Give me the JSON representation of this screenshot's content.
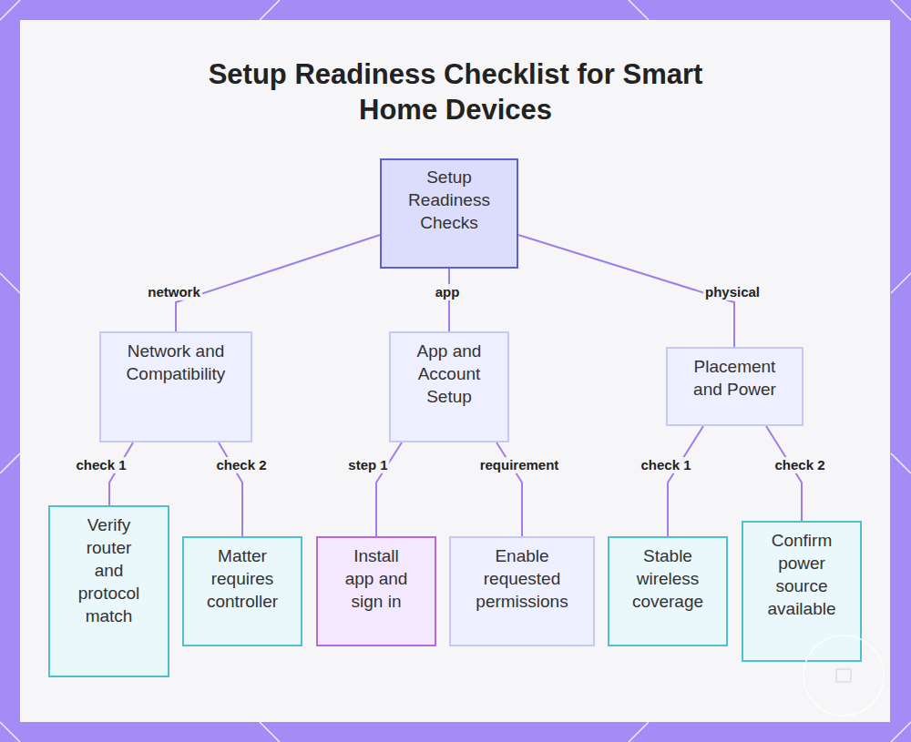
{
  "diagram": {
    "title": "Setup Readiness Checklist for Smart Home Devices",
    "nodes": [
      {
        "text": [
          "Setup Readiness Checks"
        ]
      },
      {
        "text": [
          "Network and Compatibility"
        ]
      },
      {
        "text": [
          "App and Account Setup"
        ]
      },
      {
        "text": [
          "Placement and Power"
        ]
      },
      {
        "text": [
          "Verify router and protocol match"
        ]
      },
      {
        "text": [
          "Matter requires controller"
        ]
      },
      {
        "text": [
          "Install app and sign in"
        ]
      },
      {
        "text": [
          "Enable requested permissions"
        ]
      },
      {
        "text": [
          "Stable wireless coverage"
        ]
      },
      {
        "text": [
          "Confirm power source available"
        ]
      }
    ],
    "edges": [
      {
        "from": 0,
        "to": 1,
        "arrow": "none",
        "label": "network"
      },
      {
        "from": 0,
        "to": 2,
        "arrow": "none",
        "label": "app"
      },
      {
        "from": 0,
        "to": 3,
        "arrow": "none",
        "label": "physical"
      },
      {
        "from": 1,
        "to": 4,
        "arrow": "none",
        "label": "check 1"
      },
      {
        "from": 1,
        "to": 5,
        "arrow": "none",
        "label": "check 2"
      },
      {
        "from": 2,
        "to": 6,
        "arrow": "none",
        "label": "step 1"
      },
      {
        "from": 2,
        "to": 7,
        "arrow": "none",
        "label": "requirement"
      },
      {
        "from": 3,
        "to": 8,
        "arrow": "none",
        "label": "check 1"
      },
      {
        "from": 3,
        "to": 9,
        "arrow": "none",
        "label": "check 2"
      }
    ]
  }
}
